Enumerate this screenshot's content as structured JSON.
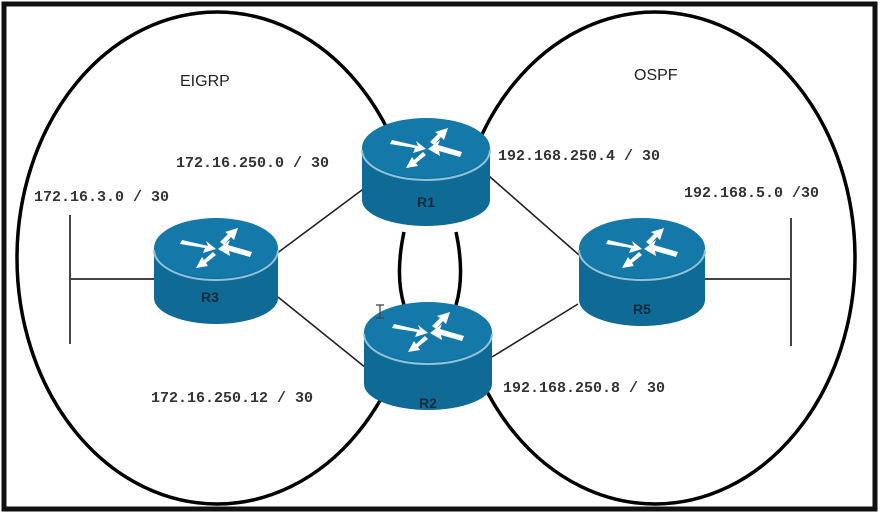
{
  "diagram": {
    "areas": [
      {
        "id": "eigrp",
        "label": "EIGRP"
      },
      {
        "id": "ospf",
        "label": "OSPF"
      }
    ],
    "routers": [
      {
        "id": "R1",
        "label": "R1"
      },
      {
        "id": "R2",
        "label": "R2"
      },
      {
        "id": "R3",
        "label": "R3"
      },
      {
        "id": "R5",
        "label": "R5"
      }
    ],
    "networks": {
      "r3_lan": "172.16.3.0 / 30",
      "r1_r3": "172.16.250.0 / 30",
      "r2_r3": "172.16.250.12 / 30",
      "r1_r5": "192.168.250.4 / 30",
      "r2_r5": "192.168.250.8 / 30",
      "r5_lan": "192.168.5.0 /30"
    },
    "colors": {
      "router_body": "#0f6a96",
      "router_top": "#1478a8",
      "router_stripe": "#8fc3dc",
      "arrow": "#ffffff",
      "line": "#222222"
    }
  }
}
